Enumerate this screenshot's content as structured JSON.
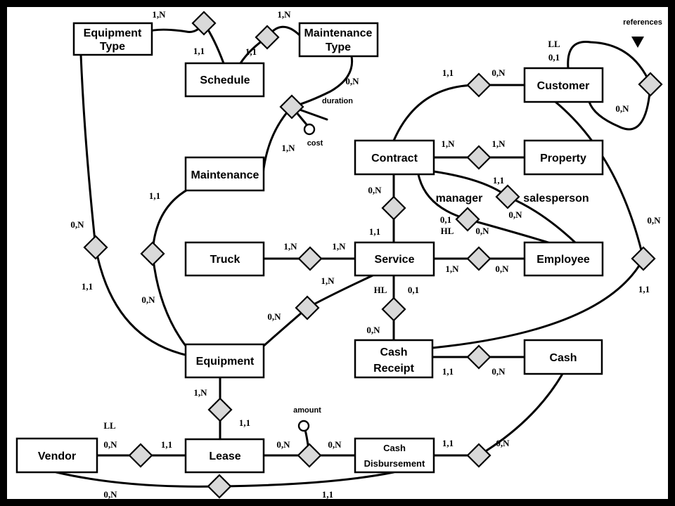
{
  "entities": {
    "equipment_type": {
      "line1": "Equipment",
      "line2": "Type"
    },
    "maintenance_type": {
      "line1": "Maintenance",
      "line2": "Type"
    },
    "schedule": "Schedule",
    "customer": "Customer",
    "contract": "Contract",
    "property": "Property",
    "maintenance": "Maintenance",
    "truck": "Truck",
    "service": "Service",
    "employee": "Employee",
    "equipment": "Equipment",
    "cash_receipt": {
      "line1": "Cash",
      "line2": "Receipt"
    },
    "cash": "Cash",
    "vendor": "Vendor",
    "lease": "Lease",
    "cash_disbursement": {
      "line1": "Cash",
      "line2": "Disbursement"
    }
  },
  "attributes": {
    "duration": "duration",
    "cost": "cost",
    "amount": "amount",
    "references": "references"
  },
  "roles": {
    "manager": "manager",
    "salesperson": "salesperson"
  },
  "cardinalities": {
    "et_sched_top": "1,N",
    "et_sched_bottom": "1,1",
    "mt_sched_top": "1,N",
    "mt_sched_bottom": "1,1",
    "mt_maint": "0,N",
    "maint_mt": "1,N",
    "customer_ll": "LL",
    "customer_self": "0,1",
    "customer_self_n": "0,N",
    "contract_customer": "1,1",
    "customer_contract": "0,N",
    "contract_property": "1,N",
    "property_contract": "1,N",
    "salesperson_contract": "1,1",
    "salesperson_employee": "0,N",
    "manager_contract": "0,1",
    "manager_hl": "HL",
    "manager_employee": "0,N",
    "contract_service": "0,N",
    "service_contract": "1,1",
    "customer_receipt": "0,N",
    "receipt_customer": "1,1",
    "maint_equipment": "1,1",
    "equipment_maint": "0,N",
    "et_equipment": "0,N",
    "equipment_et": "1,1",
    "truck_service": "1,N",
    "service_truck": "1,N",
    "service_employee": "1,N",
    "employee_service": "0,N",
    "service_equipment": "1,N",
    "equipment_service": "0,N",
    "service_receipt_hl": "HL",
    "service_receipt": "0,1",
    "receipt_service": "0,N",
    "receipt_cash": "1,1",
    "cash_receipt": "0,N",
    "equipment_lease": "1,N",
    "lease_equipment": "1,1",
    "vendor_ll": "LL",
    "vendor_lease": "0,N",
    "lease_vendor": "1,1",
    "lease_disb": "0,N",
    "disb_lease": "0,N",
    "disb_cash": "1,1",
    "cash_disb": "0,N",
    "vendor_disb": "0,N",
    "disb_vendor": "1,1"
  }
}
